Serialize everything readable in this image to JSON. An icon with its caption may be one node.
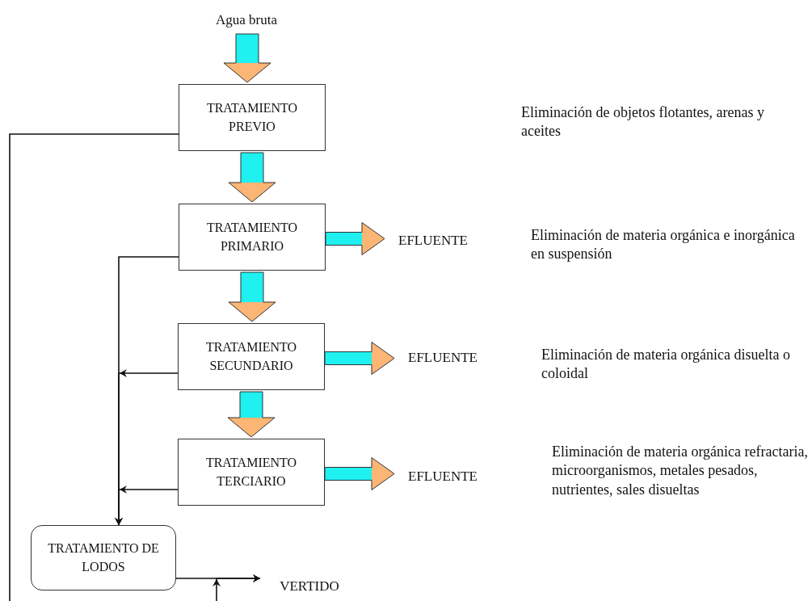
{
  "diagram": {
    "nodes": [
      {
        "text": [
          "Agua bruta"
        ]
      },
      {
        "text": [
          "TRATAMIENTO PREVIO"
        ]
      },
      {
        "text": [
          "TRATAMIENTO PRIMARIO"
        ]
      },
      {
        "text": [
          "TRATAMIENTO SECUNDARIO"
        ]
      },
      {
        "text": [
          "TRATAMIENTO TERCIARIO"
        ]
      },
      {
        "text": [
          "TRATAMIENTO DE LODOS"
        ]
      },
      {
        "text": [
          "EFLUENTE"
        ]
      },
      {
        "text": [
          "EFLUENTE"
        ]
      },
      {
        "text": [
          "EFLUENTE"
        ]
      },
      {
        "text": [
          "VERTIDO"
        ]
      }
    ],
    "edges": [
      {
        "from": 0,
        "to": 1,
        "arrow": "to",
        "style": "thick"
      },
      {
        "from": 1,
        "to": 2,
        "arrow": "to",
        "style": "thick"
      },
      {
        "from": 2,
        "to": 3,
        "arrow": "to",
        "style": "thick"
      },
      {
        "from": 3,
        "to": 4,
        "arrow": "to",
        "style": "thick"
      },
      {
        "from": 2,
        "to": 6,
        "arrow": "to",
        "style": "thick"
      },
      {
        "from": 3,
        "to": 7,
        "arrow": "to",
        "style": "thick"
      },
      {
        "from": 4,
        "to": 8,
        "arrow": "to",
        "style": "thick"
      },
      {
        "from": 1,
        "to": null,
        "arrow": "none"
      },
      {
        "from": 2,
        "to": 5,
        "arrow": "to"
      },
      {
        "from": 3,
        "to": 5,
        "arrow": "to"
      },
      {
        "from": 4,
        "to": 5,
        "arrow": "to"
      },
      {
        "from": 5,
        "to": 9,
        "arrow": "to"
      },
      {
        "from": null,
        "to": 9,
        "arrow": "to"
      }
    ],
    "labels": [
      "Eliminación de objetos flotantes, arenas y aceites",
      "Eliminación de materia orgánica e inorgánica en suspensión",
      "Eliminación de materia orgánica disuelta o coloidal",
      "Eliminación de materia orgánica refractaria, microorganismos, metales pesados, nutrientes, sales disueltas"
    ]
  }
}
